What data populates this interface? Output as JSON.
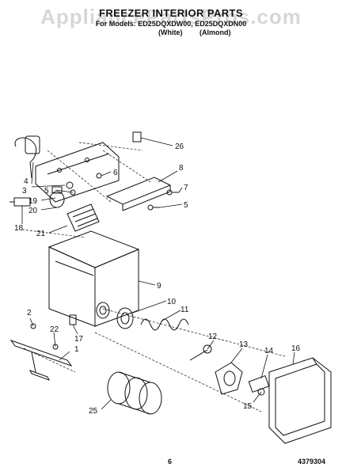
{
  "header": {
    "watermark": "AppliancePartsPros.com",
    "title": "FREEZER INTERIOR PARTS",
    "model_line": "For Models: ED25DQXDW00, ED25DQXDN00",
    "color_white": "(White)",
    "color_almond": "(Almond)"
  },
  "callouts": [
    "26",
    "6",
    "8",
    "7",
    "5",
    "3",
    "5",
    "4",
    "19",
    "20",
    "18",
    "21",
    "9",
    "10",
    "11",
    "2",
    "22",
    "17",
    "1",
    "12",
    "13",
    "14",
    "16",
    "15",
    "25"
  ],
  "footer": {
    "page_number": "6",
    "part_number": "4379304"
  }
}
